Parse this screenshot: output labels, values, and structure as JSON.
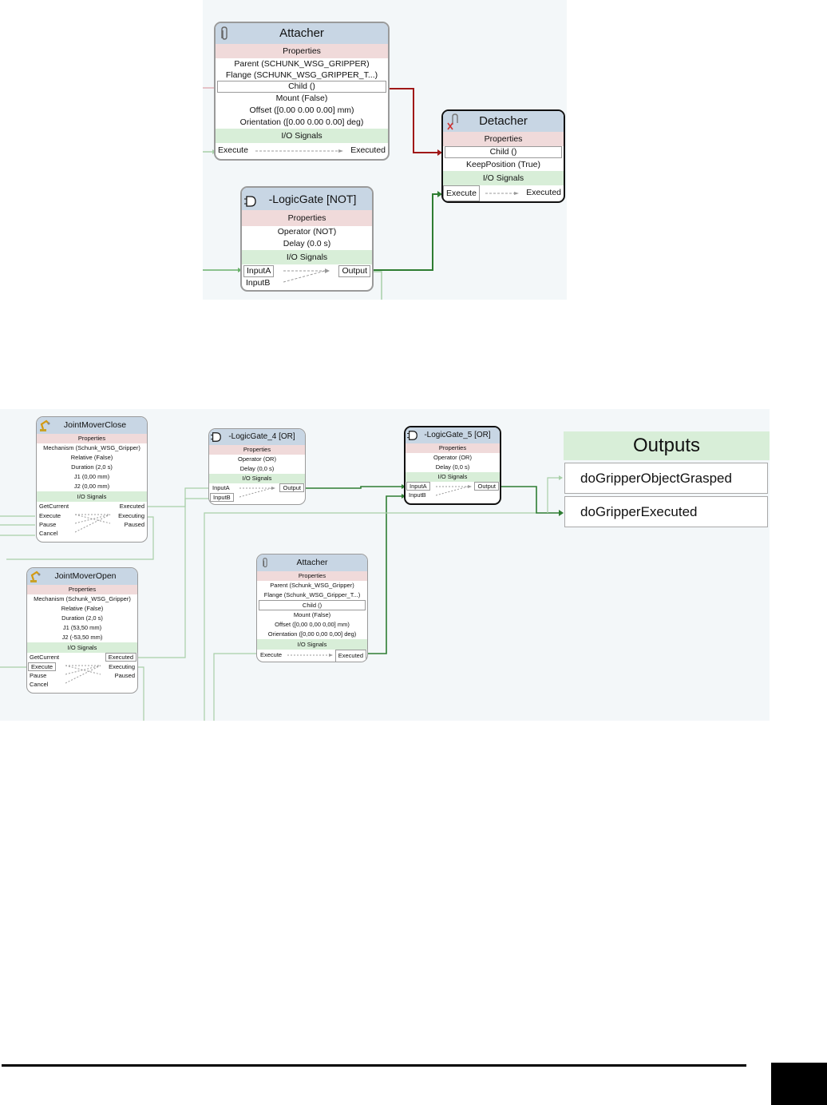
{
  "top": {
    "attacher": {
      "title": "Attacher",
      "properties_label": "Properties",
      "props": [
        "Parent (SCHUNK_WSG_GRIPPER)",
        "Flange (SCHUNK_WSG_GRIPPER_T...)",
        "Child ()",
        "Mount (False)",
        "Offset ([0.00 0.00 0.00] mm)",
        "Orientation ([0.00 0.00 0.00] deg)"
      ],
      "signals_label": "I/O Signals",
      "sig_in": "Execute",
      "sig_out": "Executed"
    },
    "detacher": {
      "title": "Detacher",
      "properties_label": "Properties",
      "props": [
        "Child ()",
        "KeepPosition (True)"
      ],
      "signals_label": "I/O Signals",
      "sig_in": "Execute",
      "sig_out": "Executed"
    },
    "logicgate": {
      "title": "-LogicGate [NOT]",
      "properties_label": "Properties",
      "props": [
        "Operator (NOT)",
        "Delay (0.0 s)"
      ],
      "signals_label": "I/O Signals",
      "in_a": "InputA",
      "in_b": "InputB",
      "out": "Output"
    }
  },
  "bottom": {
    "close": {
      "title": "JointMoverClose",
      "properties_label": "Properties",
      "props": [
        "Mechanism (Schunk_WSG_Gripper)",
        "Relative (False)",
        "Duration (2,0 s)",
        "J1 (0,00 mm)",
        "J2 (0,00 mm)"
      ],
      "signals_label": "I/O Signals",
      "inputs": [
        "GetCurrent",
        "Execute",
        "Pause",
        "Cancel"
      ],
      "outputs": [
        "Executed",
        "Executing",
        "Paused"
      ]
    },
    "open": {
      "title": "JointMoverOpen",
      "properties_label": "Properties",
      "props": [
        "Mechanism (Schunk_WSG_Gripper)",
        "Relative (False)",
        "Duration (2,0 s)",
        "J1 (53,50 mm)",
        "J2 (-53,50 mm)"
      ],
      "signals_label": "I/O Signals",
      "inputs": [
        "GetCurrent",
        "Execute",
        "Pause",
        "Cancel"
      ],
      "outputs": [
        "Executed",
        "Executing",
        "Paused"
      ]
    },
    "gate4": {
      "title": "-LogicGate_4 [OR]",
      "properties_label": "Properties",
      "props": [
        "Operator (OR)",
        "Delay (0,0 s)"
      ],
      "signals_label": "I/O Signals",
      "in_a": "InputA",
      "in_b": "InputB",
      "out": "Output"
    },
    "gate5": {
      "title": "-LogicGate_5 [OR]",
      "properties_label": "Properties",
      "props": [
        "Operator (OR)",
        "Delay (0,0 s)"
      ],
      "signals_label": "I/O Signals",
      "in_a": "InputA",
      "in_b": "InputB",
      "out": "Output"
    },
    "attacher": {
      "title": "Attacher",
      "properties_label": "Properties",
      "props": [
        "Parent (Schunk_WSG_Gripper)",
        "Flange (Schunk_WSG_Gripper_T...)",
        "Child ()",
        "Mount (False)",
        "Offset ([0,00 0,00 0,00] mm)",
        "Orientation ([0,00 0,00 0,00] deg)"
      ],
      "signals_label": "I/O Signals",
      "sig_in": "Execute",
      "sig_out": "Executed"
    },
    "outputs": {
      "title": "Outputs",
      "items": [
        "doGripperObjectGrasped",
        "doGripperExecuted"
      ]
    }
  },
  "colors": {
    "active_wire": "#2e7d32",
    "faint_wire": "#a8cfa8",
    "red_wire": "#a01818",
    "header": "#c8d6e4",
    "properties": "#f0dada",
    "signals": "#d8eed8"
  }
}
